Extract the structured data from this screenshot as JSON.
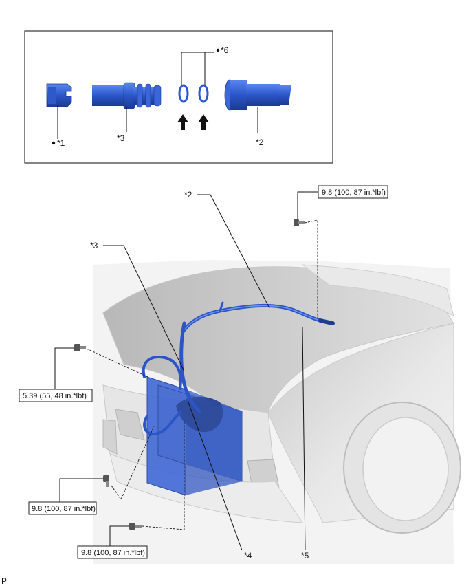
{
  "inset": {
    "callouts": {
      "c1": "*1",
      "c2": "*2",
      "c3": "*3",
      "c6": "*6"
    }
  },
  "main": {
    "callouts": {
      "c2": "*2",
      "c3": "*3",
      "c4": "*4",
      "c5": "*5"
    },
    "torque": {
      "t_top": "9.8 (100, 87 in.*lbf)",
      "t_left": "5.39 (55, 48 in.*lbf)",
      "t_mid": "9.8 (100, 87 in.*lbf)",
      "t_bottom": "9.8 (100, 87 in.*lbf)"
    }
  },
  "footer": {
    "code": "P"
  },
  "colors": {
    "part_blue": "#3a67d8",
    "part_dark": "#1f3f99",
    "car_gray": "#dcdcdc"
  },
  "icons": [
    "bolt-icon",
    "arrow-up-icon",
    "bullet-dot-icon"
  ]
}
